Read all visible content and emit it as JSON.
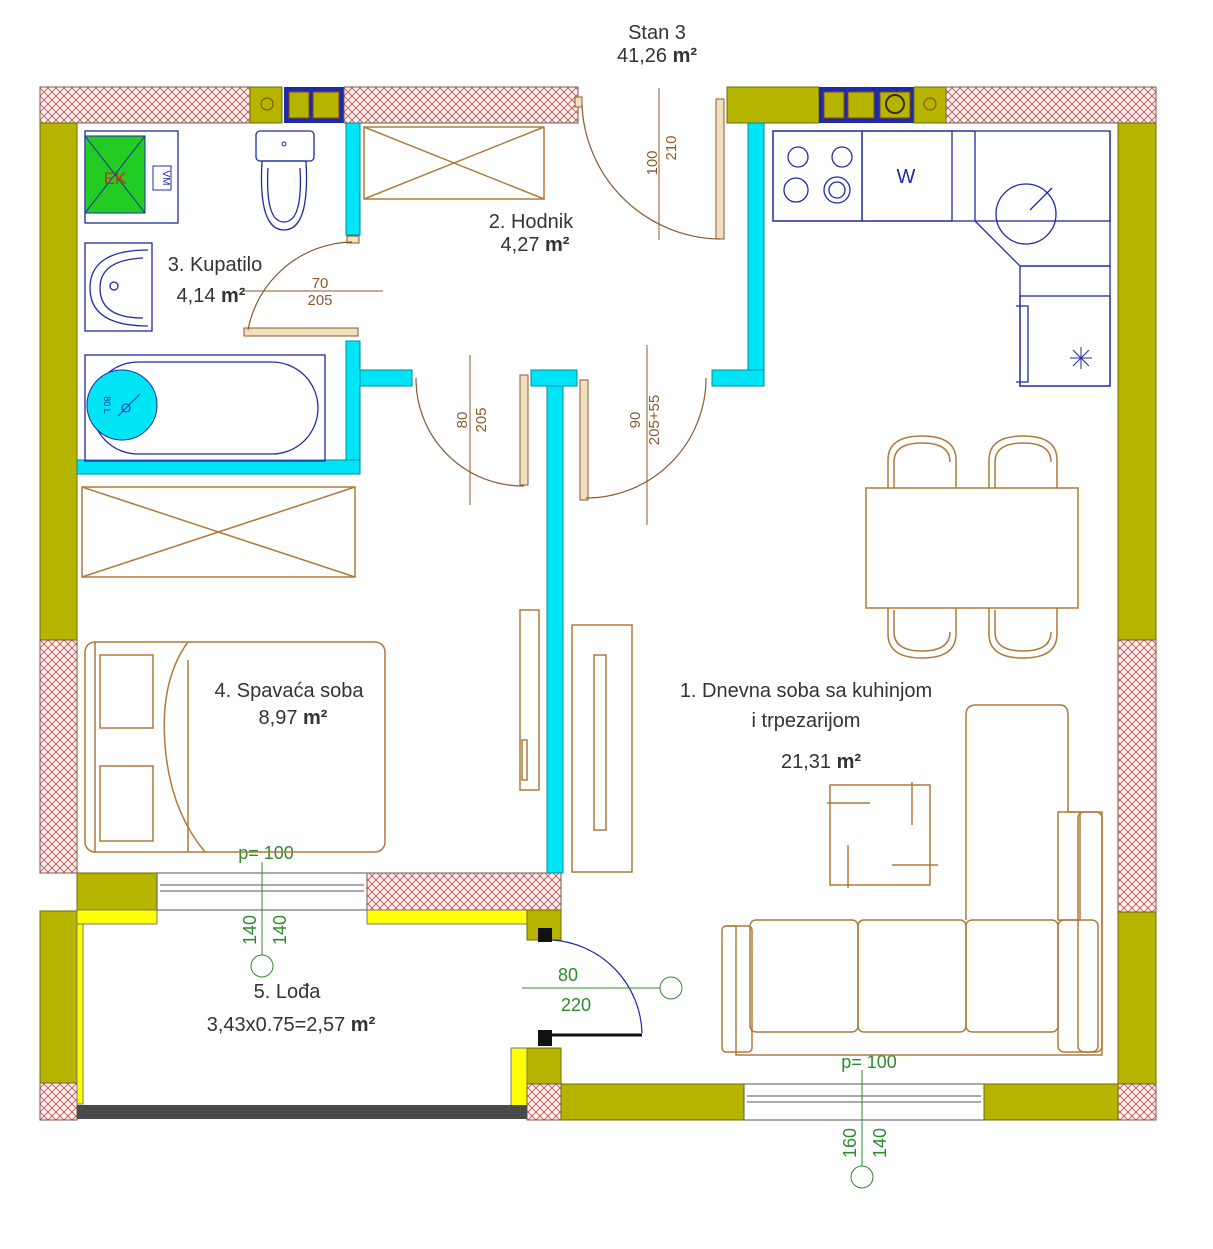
{
  "apartment": {
    "title": "Stan 3",
    "area_value": "41,26",
    "unit": "m²"
  },
  "rooms": [
    {
      "id": "living",
      "line1": "1. Dnevna soba sa kuhinjom",
      "line2": "i trpezarijom",
      "area": "21,31",
      "unit": "m²"
    },
    {
      "id": "hall",
      "line1": "2. Hodnik",
      "area": "4,27",
      "unit": "m²"
    },
    {
      "id": "bath",
      "line1": "3. Kupatilo",
      "area": "4,14",
      "unit": "m²"
    },
    {
      "id": "bedroom",
      "line1": "4. Spavaća soba",
      "area": "8,97",
      "unit": "m²"
    },
    {
      "id": "loggia",
      "line1": "5. Lođa",
      "area": "3,43x0.75=2,57",
      "unit": "m²"
    }
  ],
  "fixtures": {
    "ek": "EK",
    "vm": "VM",
    "w": "W",
    "boiler": "80 L"
  },
  "doors": {
    "entrance": [
      "100",
      "210"
    ],
    "bathroom": [
      "70",
      "205"
    ],
    "bedroom": [
      "80",
      "205"
    ],
    "living": [
      "90",
      "205+55"
    ],
    "loggia": [
      "80",
      "220"
    ]
  },
  "windows": {
    "bedroom": {
      "parapet": "p= 100",
      "w": "140",
      "h": "140"
    },
    "living": {
      "parapet": "p= 100",
      "w": "160",
      "h": "140"
    }
  },
  "colors": {
    "wall": "#b5b500",
    "partition": "#00e5f5",
    "hatch_line": "#c0504d",
    "furniture": "#b07a3a",
    "dimension": "#2e8b2e"
  }
}
